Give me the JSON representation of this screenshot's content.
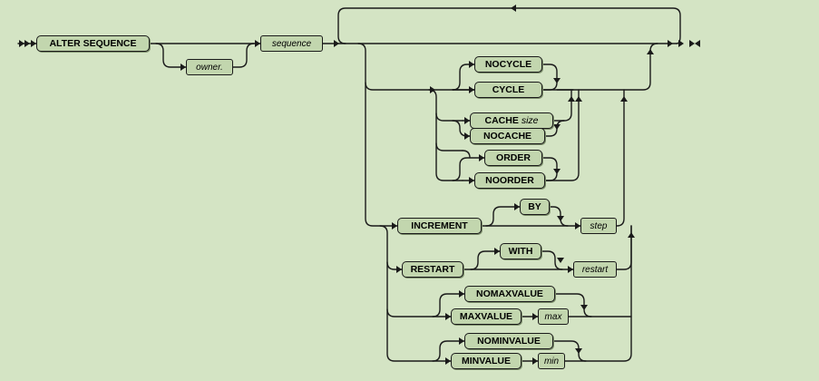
{
  "statement": {
    "alter_sequence": "ALTER SEQUENCE",
    "owner": "owner.",
    "sequence": "sequence"
  },
  "cycle_group": {
    "nocycle": "NOCYCLE",
    "cycle": "CYCLE"
  },
  "cache_group": {
    "cache": "CACHE",
    "size": "size",
    "nocache": "NOCACHE"
  },
  "order_group": {
    "order": "ORDER",
    "noorder": "NOORDER"
  },
  "increment_group": {
    "increment": "INCREMENT",
    "by": "BY",
    "step": "step"
  },
  "restart_group": {
    "restart": "RESTART",
    "with": "WITH",
    "restart_value": "restart"
  },
  "maxvalue_group": {
    "nomaxvalue": "NOMAXVALUE",
    "maxvalue": "MAXVALUE",
    "max": "max"
  },
  "minvalue_group": {
    "nominvalue": "NOMINVALUE",
    "minvalue": "MINVALUE",
    "min": "min"
  },
  "colors": {
    "background": "#d4e4c4",
    "box_fill": "#c2d6ae",
    "line": "#1a1a1a"
  }
}
